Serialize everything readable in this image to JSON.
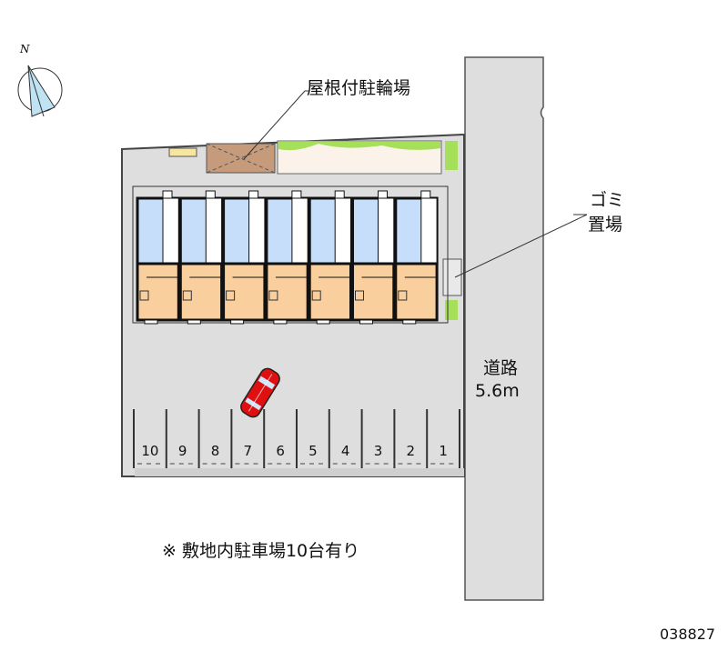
{
  "compass": {
    "north_label": "N"
  },
  "labels": {
    "bicycle_parking": "屋根付駐輪場",
    "garbage_line1": "ゴミ",
    "garbage_line2": "置場",
    "road_name": "道路",
    "road_width": "5.6m"
  },
  "parking": {
    "stalls": [
      "10",
      "9",
      "8",
      "7",
      "6",
      "5",
      "4",
      "3",
      "2",
      "1"
    ]
  },
  "note": "※ 敷地内駐車場10台有り",
  "ref_number": "038827",
  "building": {
    "unit_count": 7
  },
  "colors": {
    "site": "#dedede",
    "road": "#dedede",
    "upper_floor": "#c6defa",
    "lower_floor": "#f9cf9e",
    "roof_parking": "#c59b7c",
    "green": "#a6e05a",
    "car": "#e01010"
  }
}
